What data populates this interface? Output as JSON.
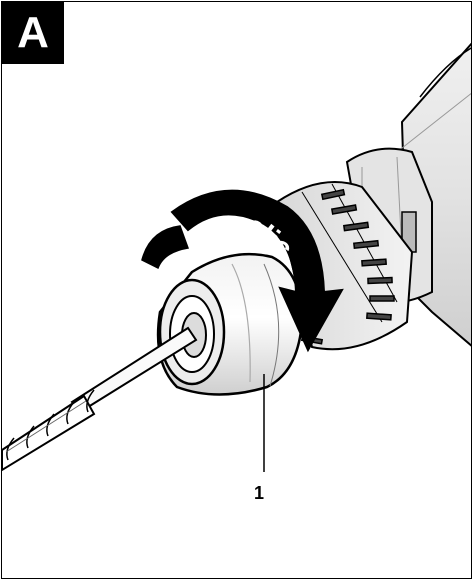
{
  "figure": {
    "label": "A",
    "rotation_text": "clic",
    "callout": "1"
  },
  "colors": {
    "ink": "#000000",
    "paper": "#ffffff",
    "chuck_shade": "#d9d9d9",
    "body_shade": "#e6e6e6"
  }
}
